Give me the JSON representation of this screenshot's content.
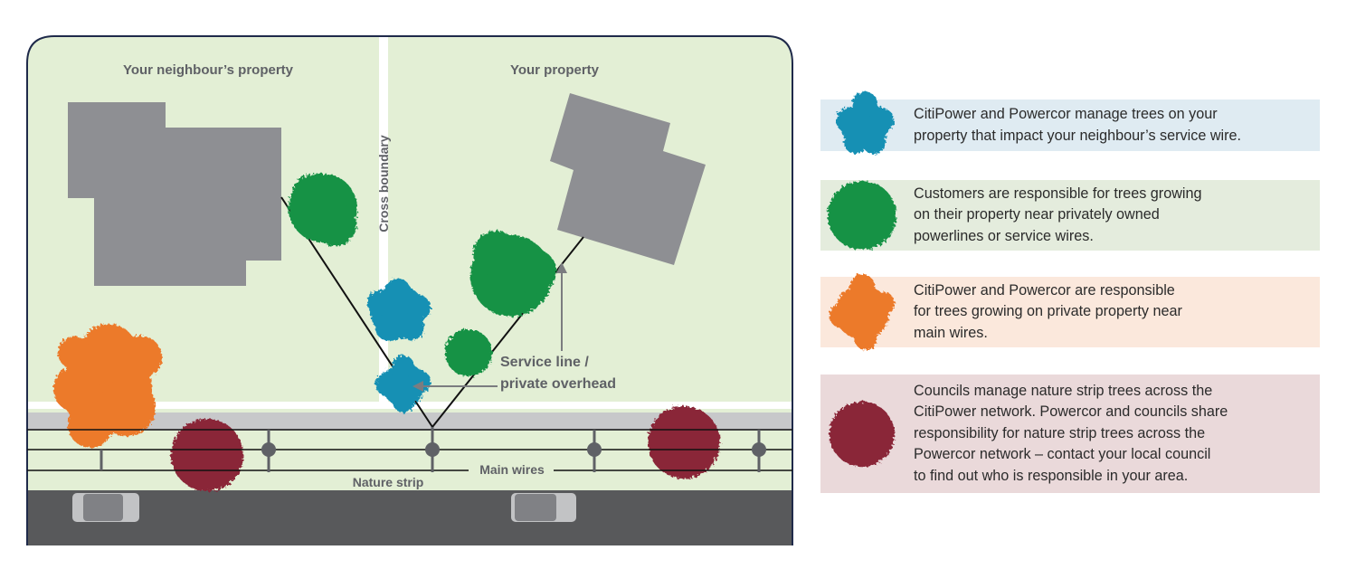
{
  "labels": {
    "neighbour_property": "Your neighbour’s property",
    "your_property": "Your property",
    "cross_boundary": "Cross boundary",
    "service_line_1": "Service line /",
    "service_line_2": "private overhead",
    "nature_strip": "Nature strip",
    "main_wires": "Main wires"
  },
  "colors": {
    "lawn": "#e3efd5",
    "house": "#8e8f93",
    "footpath": "#c7c8ca",
    "road": "#58595b",
    "frame": "#1f2a4a",
    "tree_blue": "#1390b4",
    "tree_green": "#159245",
    "tree_orange": "#ec7a2c",
    "tree_maroon": "#8a2538",
    "pole": "#5f6166"
  },
  "legend": [
    {
      "icon": "blue-tree-icon",
      "color": "#1390b4",
      "band": "#dfebf2",
      "text": "CitiPower and Powercor manage trees on your\nproperty that impact your neighbour’s service wire."
    },
    {
      "icon": "green-tree-icon",
      "color": "#159245",
      "band": "#e4ecdd",
      "text": "Customers are responsible for trees growing\non their property near privately owned\npowerlines or service wires."
    },
    {
      "icon": "orange-tree-icon",
      "color": "#ec7a2c",
      "band": "#fbe8dc",
      "text": "CitiPower and Powercor are responsible\nfor trees growing on private property near\nmain wires."
    },
    {
      "icon": "maroon-tree-icon",
      "color": "#8a2538",
      "band": "#ead9da",
      "text": "Councils manage nature strip trees across the\nCitiPower network. Powercor and councils share\nresponsibility for nature strip trees across the\nPowercor network – contact your local council\nto find out who is responsible in your area."
    }
  ]
}
